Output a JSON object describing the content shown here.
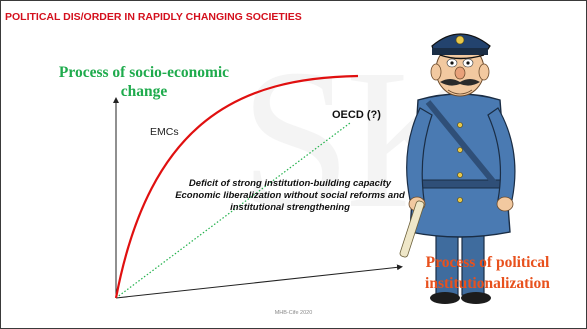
{
  "slide": {
    "title": "POLITICAL DIS/ORDER IN RAPIDLY CHANGING SOCIETIES",
    "footer": "MHB-Cife 2020",
    "watermark": "SK"
  },
  "diagram": {
    "y_axis_title": "Process of socio-economic change",
    "x_axis_title": "Process of political institutionalization",
    "curve_label": "EMCs",
    "line_label": "OECD (?)",
    "notes": [
      "Deficit of strong institution-building capacity",
      "Economic liberalization without social reforms and",
      "institutional strengthening"
    ]
  },
  "colors": {
    "title": "#d4101d",
    "curve": "#e01010",
    "diagonal": "#22b14c",
    "y_title": "#1fab4d",
    "x_title": "#e8511d"
  },
  "illustration": {
    "name": "policeman-cartoon"
  }
}
